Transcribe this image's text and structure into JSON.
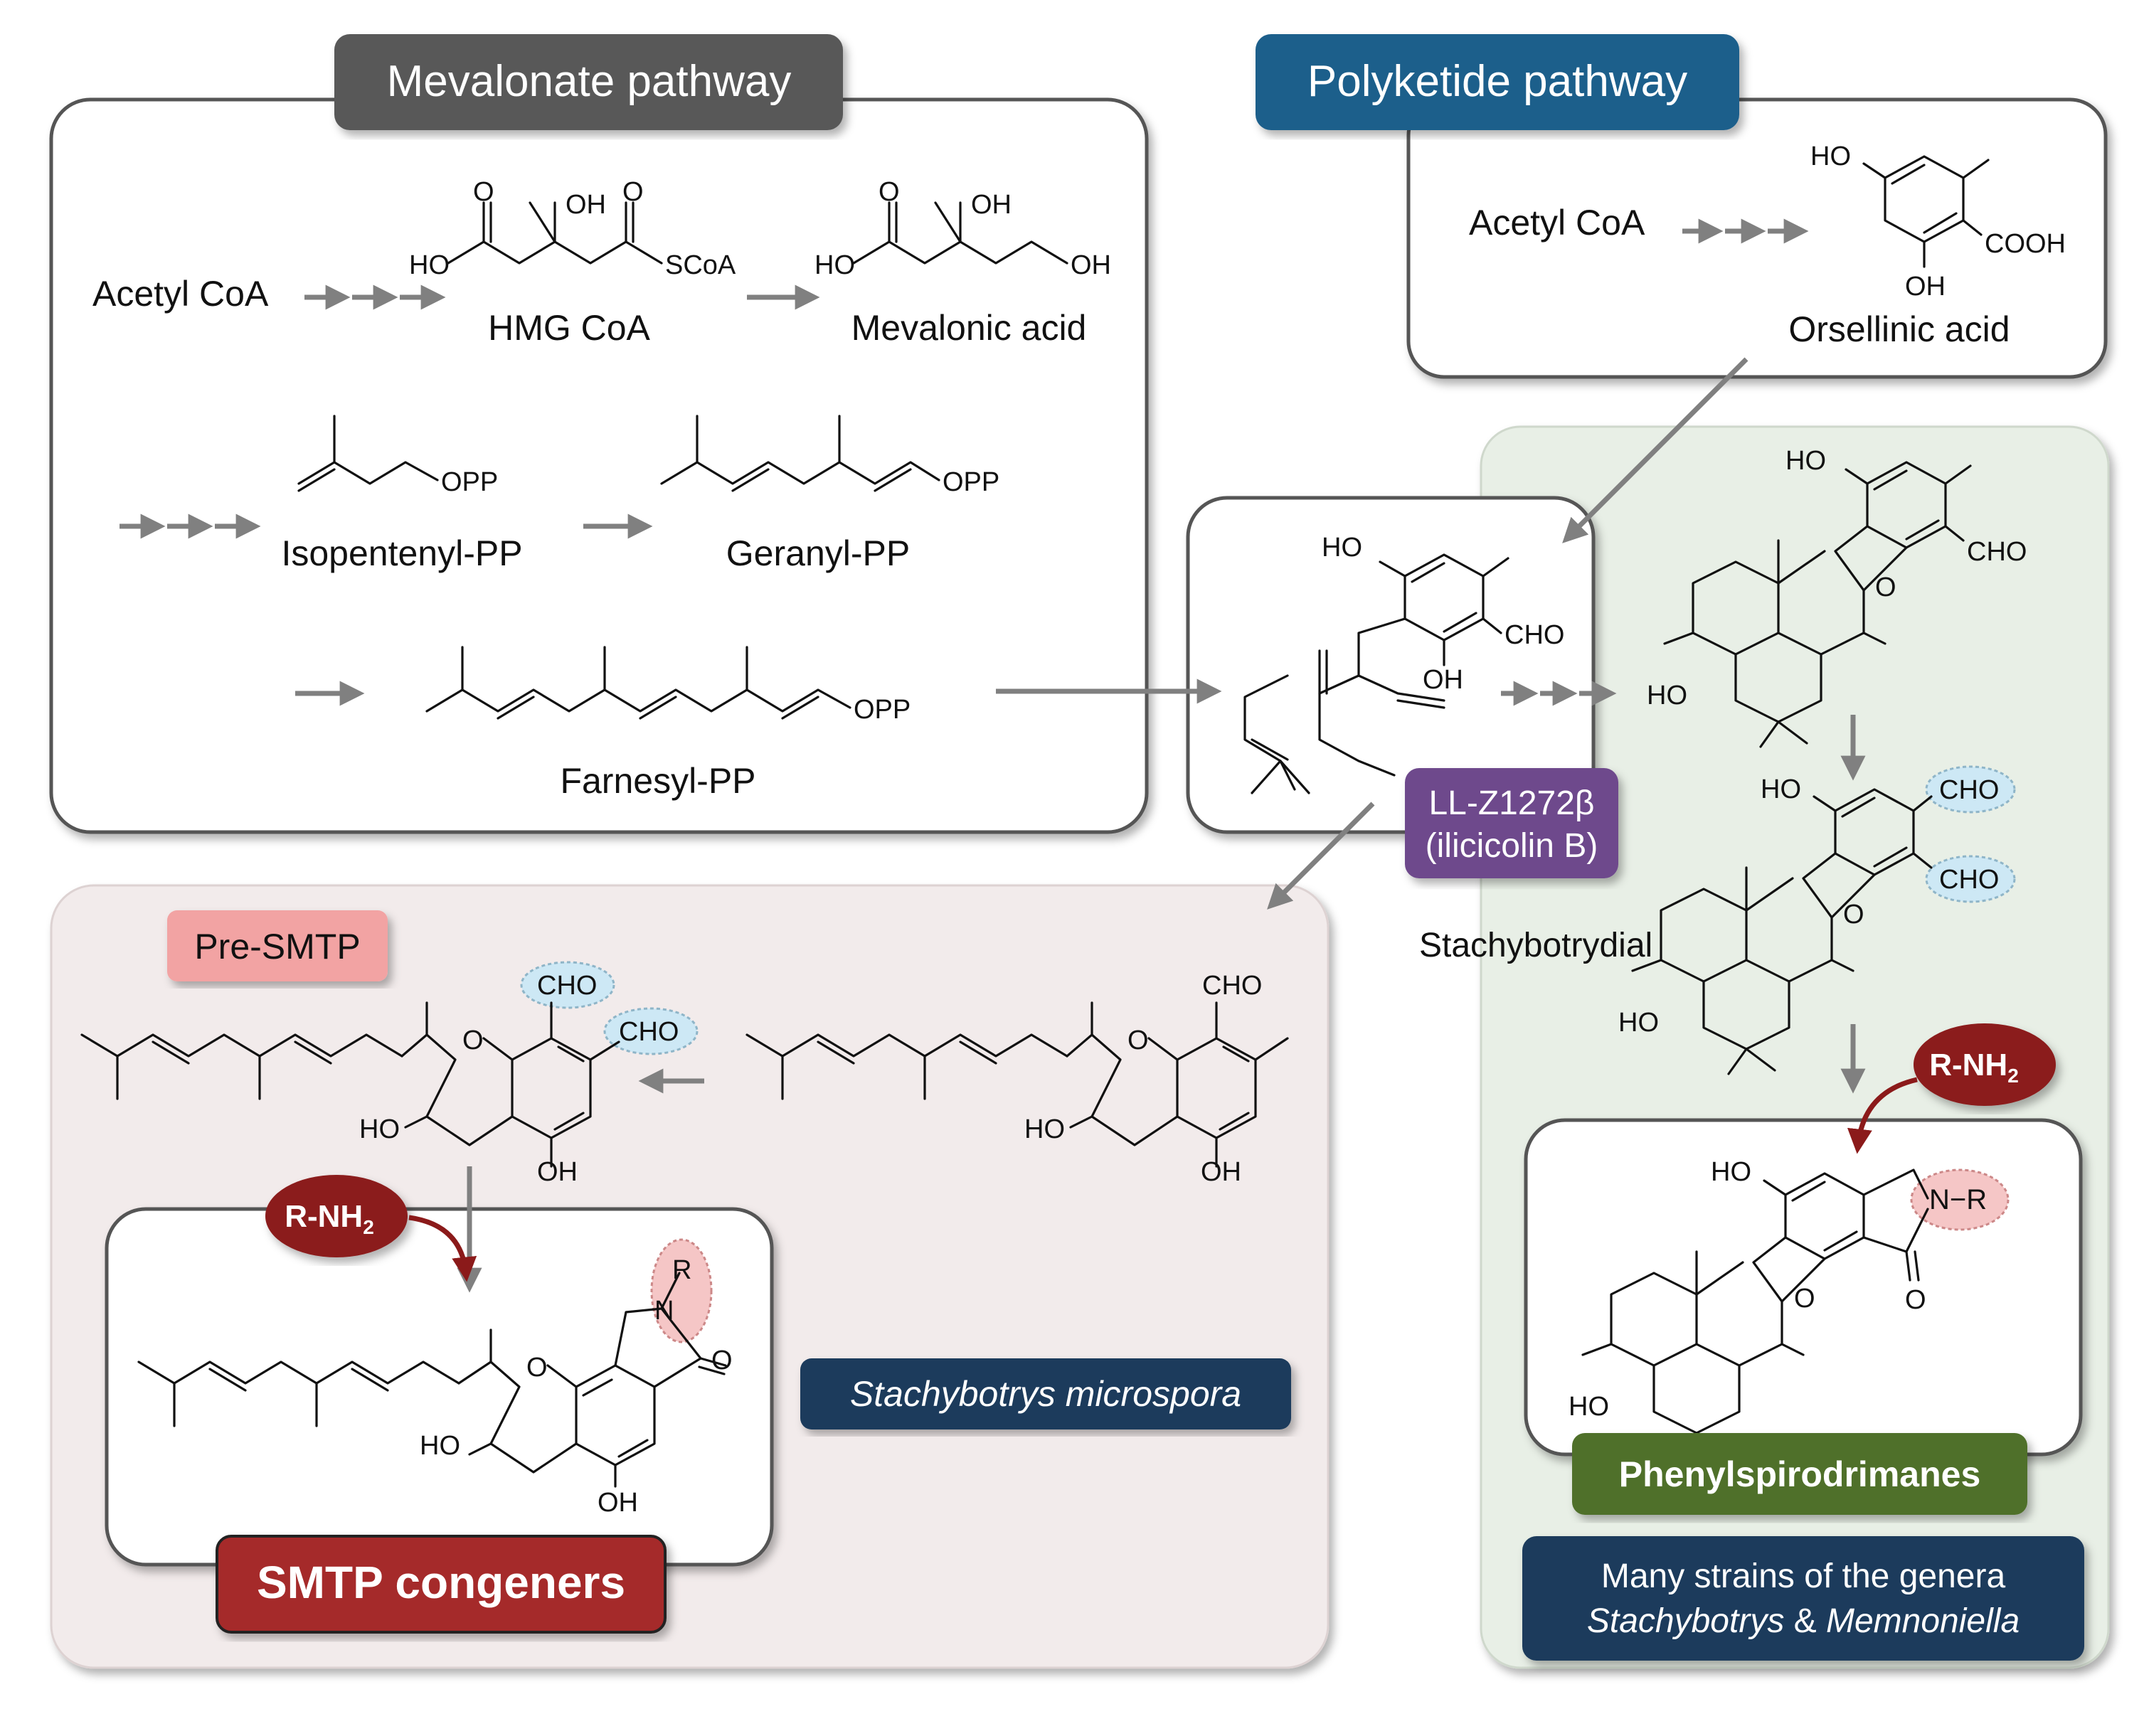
{
  "colors": {
    "mevalonate_header": "#595959",
    "polyketide_header": "#1f5f8b",
    "purple_label": "#6e4a8c",
    "pink_label": "#f2a3a3",
    "dark_red": "#a52a2a",
    "green_label": "#4f6f2a",
    "navy_label": "#1a3b5c",
    "smtp_panel": "#f2ebeb",
    "phenyl_panel": "#e8efe6",
    "arrow_gray": "#808080",
    "cho_highlight": "#cde8f5",
    "amine_highlight": "#f5c6c6"
  },
  "mevalonate": {
    "header": "Mevalonate pathway",
    "acetyl_coa": "Acetyl CoA",
    "hmg_coa": "HMG CoA",
    "mevalonic_acid": "Mevalonic acid",
    "isopentenyl_pp": "Isopentenyl-PP",
    "geranyl_pp": "Geranyl-PP",
    "farnesyl_pp": "Farnesyl-PP",
    "atoms": {
      "ho": "HO",
      "oh": "OH",
      "o": "O",
      "scoa": "SCoA",
      "opp": "OPP"
    }
  },
  "polyketide": {
    "header": "Polyketide pathway",
    "acetyl_coa": "Acetyl CoA",
    "orsellinic_acid": "Orsellinic acid",
    "atoms": {
      "ho": "HO",
      "cooh": "COOH",
      "oh": "OH"
    }
  },
  "intermediate": {
    "label_line1": "LL-Z1272β",
    "label_line2": "(ilicicolin B)",
    "atoms": {
      "ho": "HO",
      "cho": "CHO",
      "oh": "OH"
    }
  },
  "smtp": {
    "pre_label": "Pre-SMTP",
    "organism": "Stachybotrys microspora",
    "reagent": "R-NH",
    "reagent_sub": "2",
    "product_label": "SMTP congeners",
    "atoms": {
      "cho": "CHO",
      "ho": "HO",
      "oh": "OH",
      "o": "O",
      "n": "N",
      "r": "R"
    }
  },
  "phenyl": {
    "stachybotrydial": "Stachybotrydial",
    "reagent": "R-NH",
    "reagent_sub": "2",
    "product_label": "Phenylspirodrimanes",
    "organisms_line1": "Many strains of the genera",
    "organisms_line2_a": "Stachybotrys",
    "organisms_line2_b": " & ",
    "organisms_line2_c": "Memnoniella",
    "atoms": {
      "ho": "HO",
      "cho": "CHO",
      "o": "O",
      "nr": "N−R"
    }
  }
}
